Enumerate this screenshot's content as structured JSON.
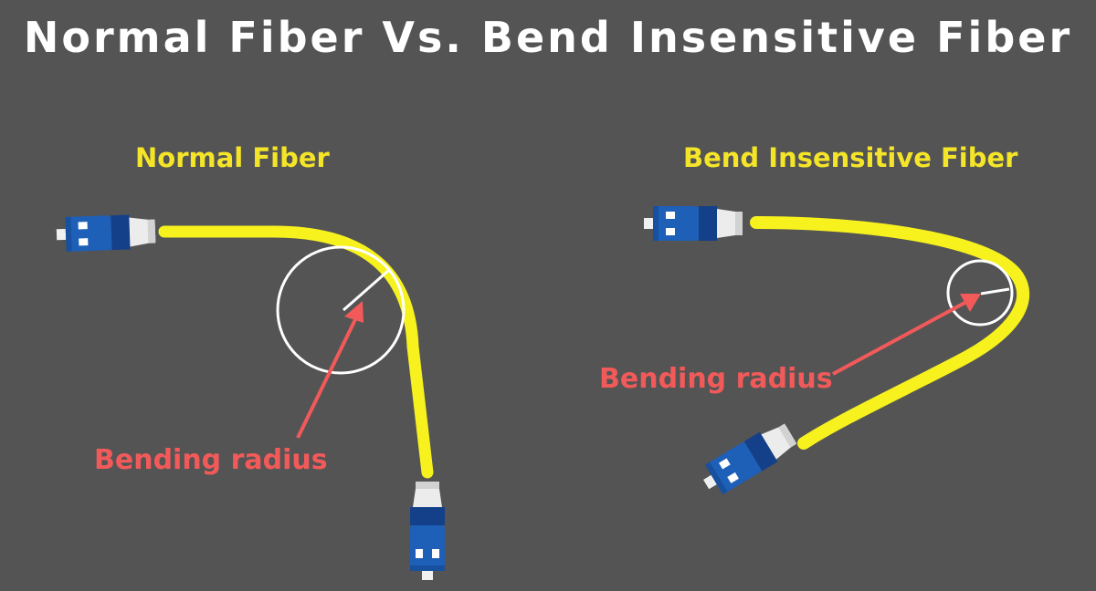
{
  "title": "Normal Fiber Vs. Bend Insensitive Fiber",
  "panels": {
    "left": {
      "label": "Normal Fiber",
      "annotation": "Bending radius"
    },
    "right": {
      "label": "Bend Insensitive Fiber",
      "annotation": "Bending radius"
    }
  },
  "colors": {
    "background": "#545454",
    "cable": "#f7f21e",
    "connector_blue": "#1e5fb8",
    "connector_dark": "#14408a",
    "boot": "#ececec",
    "circle": "#ffffff",
    "arrow": "#f25a5a",
    "heading": "#f5e528"
  }
}
